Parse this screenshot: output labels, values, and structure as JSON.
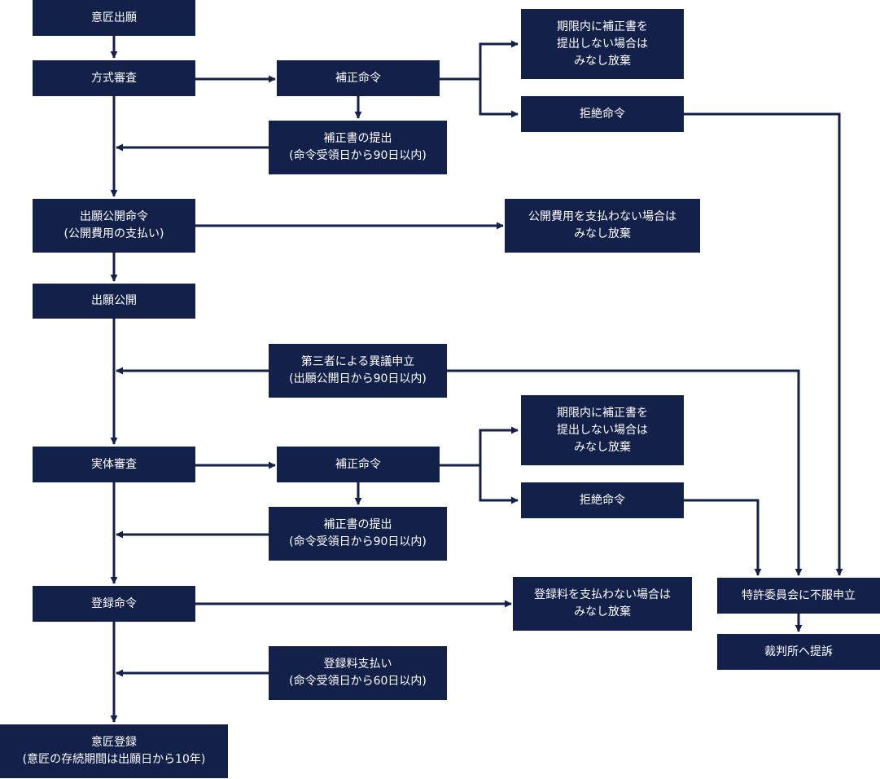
{
  "nodes": {
    "application": [
      "意匠出願"
    ],
    "formality_exam": [
      "方式審査"
    ],
    "amend_order_1": [
      "補正命令"
    ],
    "abandon_1": [
      "期限内に補正書を",
      "提出しない場合は",
      "みなし放棄"
    ],
    "rejection_1": [
      "拒絶命令"
    ],
    "submit_amend_1": [
      "補正書の提出",
      "(命令受領日から90日以内)"
    ],
    "pub_order": [
      "出願公開命令",
      "(公開費用の支払い)"
    ],
    "pub_abandon": [
      "公開費用を支払わない場合は",
      "みなし放棄"
    ],
    "publication": [
      "出願公開"
    ],
    "opposition": [
      "第三者による異議申立",
      "(出願公開日から90日以内)"
    ],
    "substantive_exam": [
      "実体審査"
    ],
    "amend_order_2": [
      "補正命令"
    ],
    "abandon_2": [
      "期限内に補正書を",
      "提出しない場合は",
      "みなし放棄"
    ],
    "rejection_2": [
      "拒絶命令"
    ],
    "submit_amend_2": [
      "補正書の提出",
      "(命令受領日から90日以内)"
    ],
    "appeal": [
      "特許委員会に不服申立"
    ],
    "court": [
      "裁判所へ提訴"
    ],
    "reg_order": [
      "登録命令"
    ],
    "reg_abandon": [
      "登録料を支払わない場合は",
      "みなし放棄"
    ],
    "reg_fee": [
      "登録料支払い",
      "(命令受領日から60日以内)"
    ],
    "registration": [
      "意匠登録",
      "(意匠の存続期間は出願日から10年)"
    ]
  },
  "colors": {
    "box": "#13204a",
    "text": "#ffffff",
    "line": "#13204a"
  }
}
